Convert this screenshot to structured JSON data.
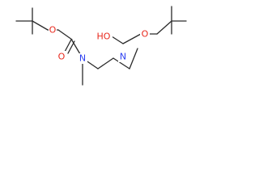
{
  "molecule": {
    "atom_color_o": "#e8281c",
    "atom_color_n": "#2a3df0",
    "bond_color": "#2a2a2a",
    "atoms": {
      "o_ester_left": "O",
      "o_carbonyl_left": "O",
      "n_left": "N",
      "o_hydroxy_right": "HO",
      "o_ester_right": "O",
      "n_right": "N"
    }
  }
}
